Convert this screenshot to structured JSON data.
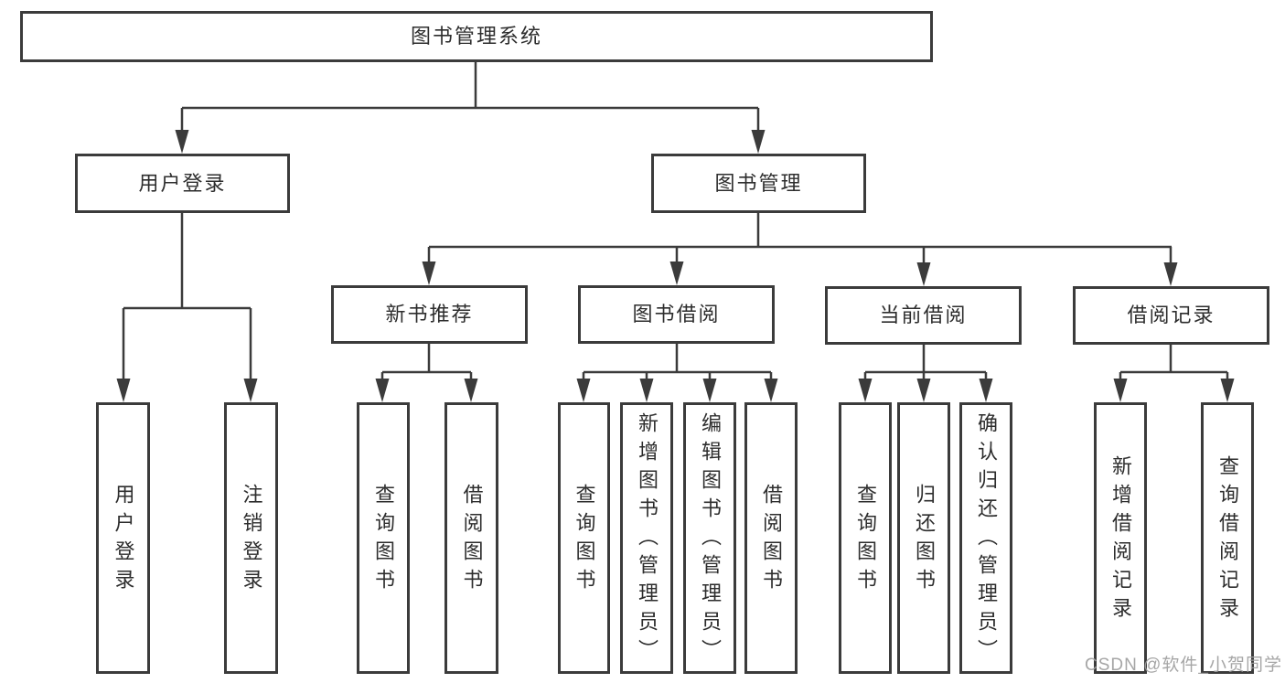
{
  "diagram_type": "functional-structure-tree",
  "colors": {
    "line": "#3b3b3b",
    "box_border": "#3b3b3b",
    "box_fill": "#ffffff",
    "text": "#2d2d2d",
    "watermark": "#9e9e9e",
    "background": "#ffffff"
  },
  "tree": {
    "label": "图书管理系统",
    "children": [
      {
        "label": "用户登录",
        "children": [
          {
            "label": "用户登录"
          },
          {
            "label": "注销登录"
          }
        ]
      },
      {
        "label": "图书管理",
        "children": [
          {
            "label": "新书推荐",
            "children": [
              {
                "label": "查询图书"
              },
              {
                "label": "借阅图书"
              }
            ]
          },
          {
            "label": "图书借阅",
            "children": [
              {
                "label": "查询图书"
              },
              {
                "label": "新增图书（管理员）"
              },
              {
                "label": "编辑图书（管理员）"
              },
              {
                "label": "借阅图书"
              }
            ]
          },
          {
            "label": "当前借阅",
            "children": [
              {
                "label": "查询图书"
              },
              {
                "label": "归还图书"
              },
              {
                "label": "确认归还（管理员）"
              }
            ]
          },
          {
            "label": "借阅记录",
            "children": [
              {
                "label": "新增借阅记录"
              },
              {
                "label": "查询借阅记录"
              }
            ]
          }
        ]
      }
    ]
  },
  "watermark": {
    "text": "CSDN @软件_小贺同学"
  }
}
